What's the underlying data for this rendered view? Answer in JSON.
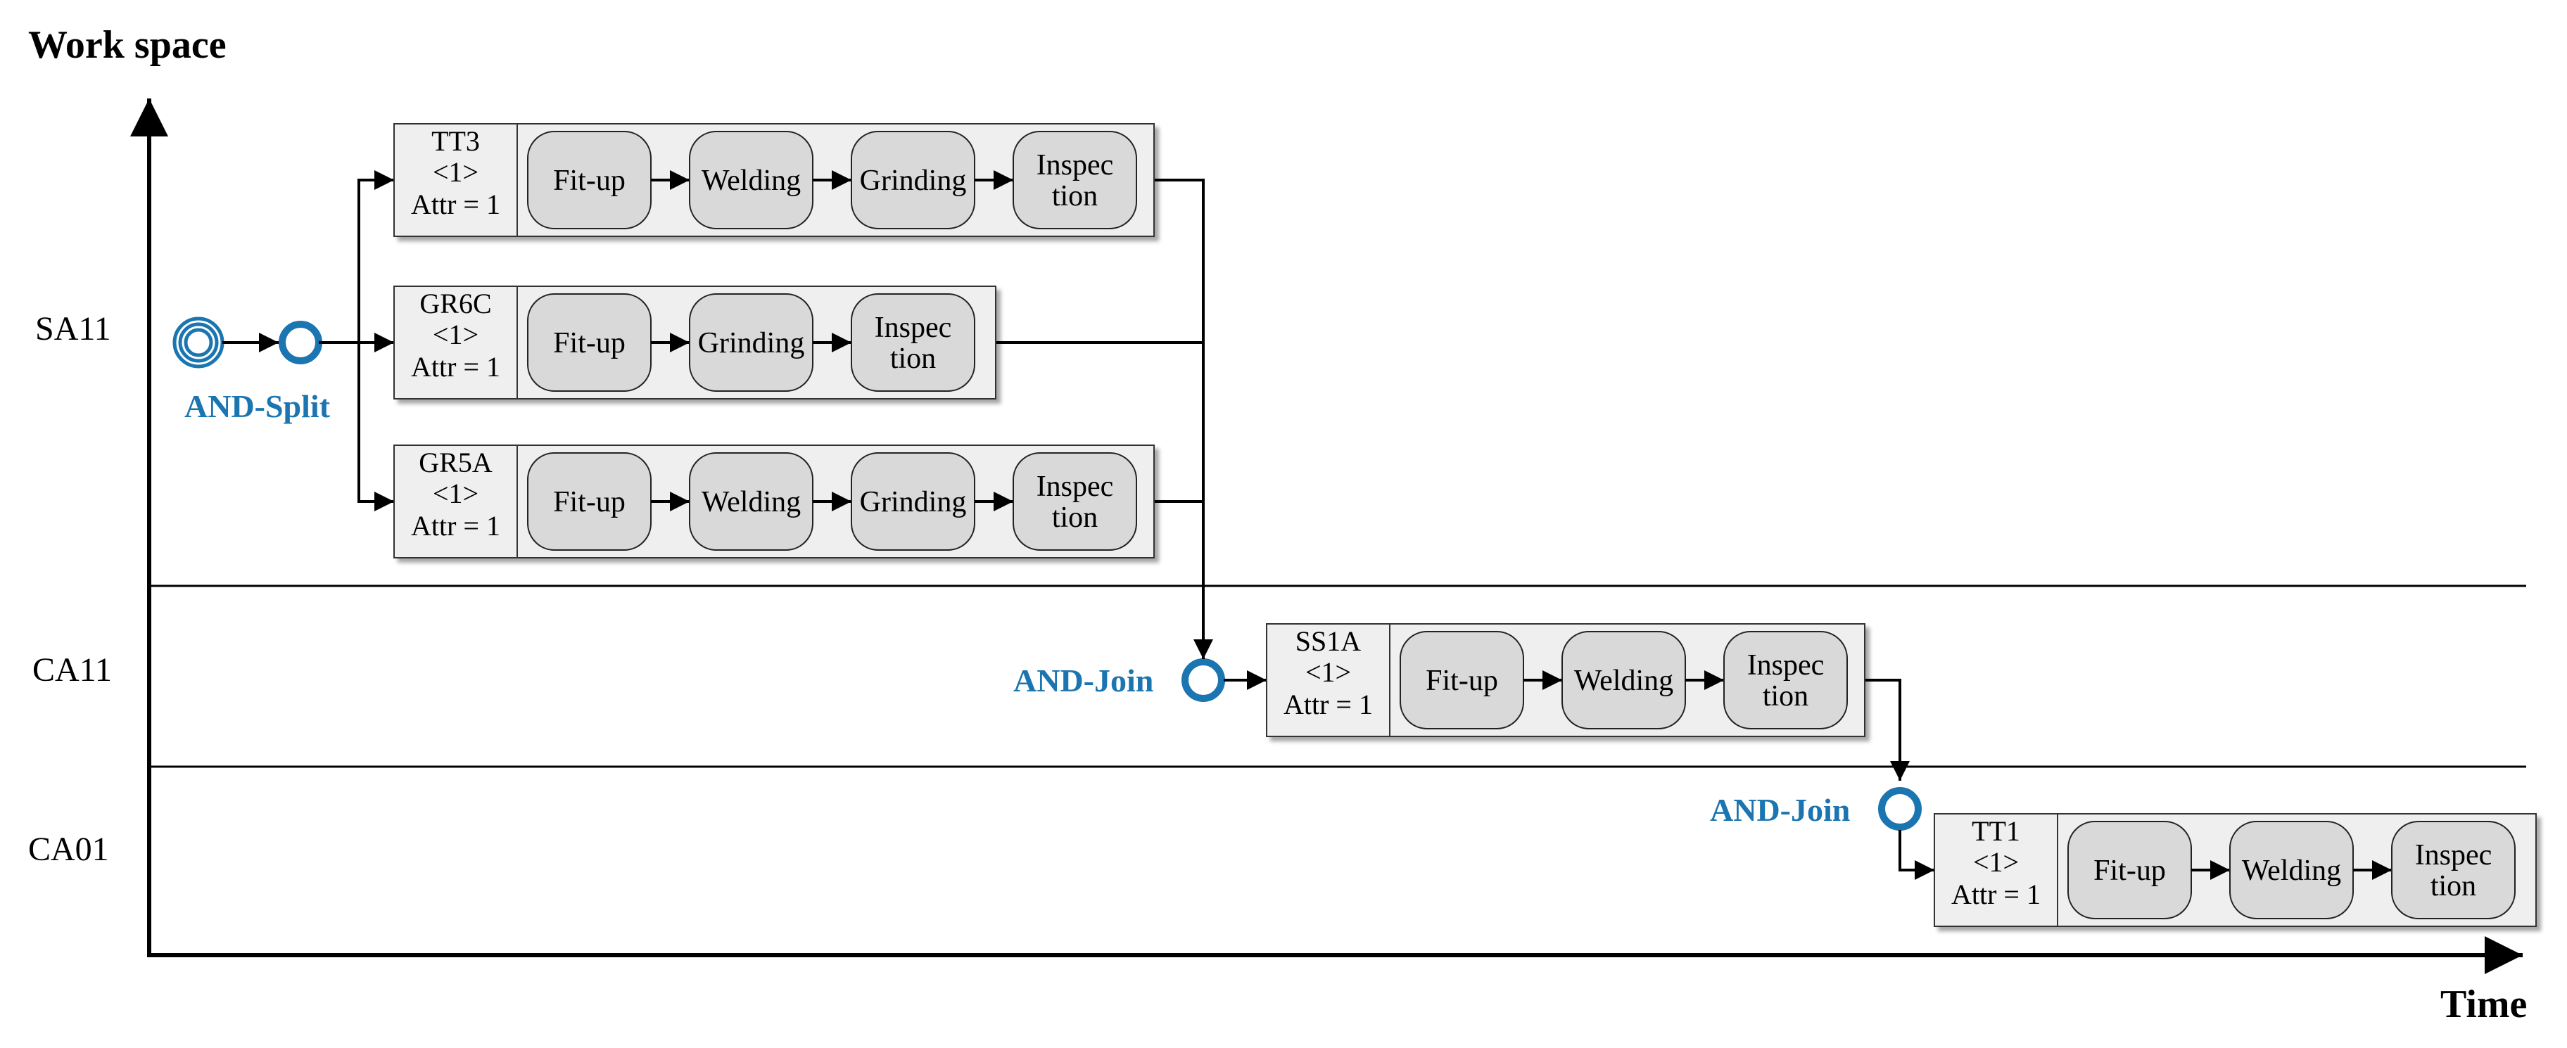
{
  "axes": {
    "y_title": "Work space",
    "x_title": "Time"
  },
  "lanes": [
    "SA11",
    "CA11",
    "CA01"
  ],
  "gateways": {
    "split": "AND-Split",
    "join1": "AND-Join",
    "join2": "AND-Join"
  },
  "tasks": [
    {
      "id": "TT3",
      "name": "TT3",
      "qty": "<1>",
      "attr": "Attr = 1",
      "lane": "SA11",
      "steps": [
        [
          "Fit-up"
        ],
        [
          "Welding"
        ],
        [
          "Grinding"
        ],
        [
          "Inspec",
          "tion"
        ]
      ]
    },
    {
      "id": "GR6C",
      "name": "GR6C",
      "qty": "<1>",
      "attr": "Attr = 1",
      "lane": "SA11",
      "steps": [
        [
          "Fit-up"
        ],
        [
          "Grinding"
        ],
        [
          "Inspec",
          "tion"
        ]
      ]
    },
    {
      "id": "GR5A",
      "name": "GR5A",
      "qty": "<1>",
      "attr": "Attr = 1",
      "lane": "SA11",
      "steps": [
        [
          "Fit-up"
        ],
        [
          "Welding"
        ],
        [
          "Grinding"
        ],
        [
          "Inspec",
          "tion"
        ]
      ]
    },
    {
      "id": "SS1A",
      "name": "SS1A",
      "qty": "<1>",
      "attr": "Attr = 1",
      "lane": "CA11",
      "steps": [
        [
          "Fit-up"
        ],
        [
          "Welding"
        ],
        [
          "Inspec",
          "tion"
        ]
      ]
    },
    {
      "id": "TT1",
      "name": "TT1",
      "qty": "<1>",
      "attr": "Attr = 1",
      "lane": "CA01",
      "steps": [
        [
          "Fit-up"
        ],
        [
          "Welding"
        ],
        [
          "Inspec",
          "tion"
        ]
      ]
    }
  ],
  "colors": {
    "gateway": "#1b75b0",
    "box_fill": "#efefef",
    "step_fill": "#d9d9d9",
    "line": "#000000"
  }
}
